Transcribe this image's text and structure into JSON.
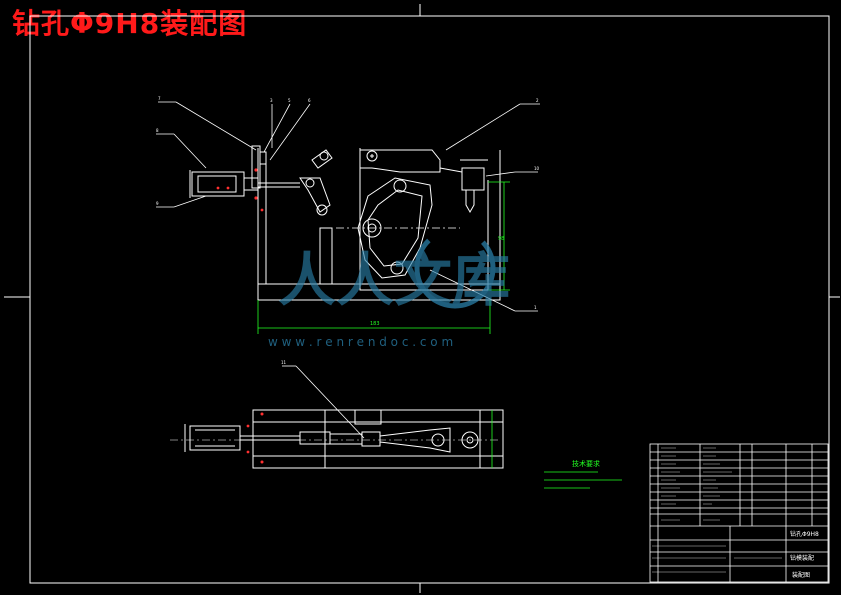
{
  "title": "钻孔Φ9H8装配图",
  "watermark": {
    "cn": "人人文库",
    "url": "w w w . r e n r e n d o c . c o m"
  },
  "notes_heading": "技术要求",
  "dimension_labels": {
    "bottom_width": "183",
    "right_height": "98"
  },
  "title_block": {
    "drawing_name": "钻孔Φ9H8",
    "material": "钻模装配",
    "doc_type": "装配图"
  },
  "colors": {
    "background": "#000000",
    "lines": "#ffffff",
    "title": "#ff1a1a",
    "notes": "#22ff22",
    "dimensions": "#22ff22",
    "watermark": "#2a7fa8"
  }
}
